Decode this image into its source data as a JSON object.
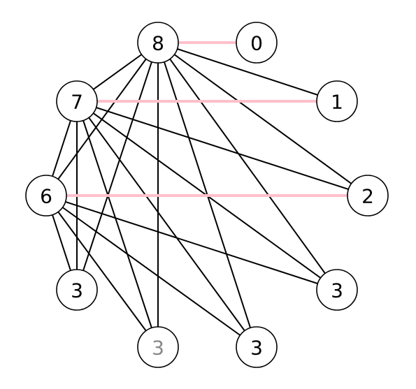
{
  "graph": {
    "nodes": [
      {
        "id": "n8",
        "label": "8"
      },
      {
        "id": "n0",
        "label": "0"
      },
      {
        "id": "n7",
        "label": "7"
      },
      {
        "id": "n1",
        "label": "1"
      },
      {
        "id": "n6",
        "label": "6"
      },
      {
        "id": "n2",
        "label": "2"
      },
      {
        "id": "n3a",
        "label": "3"
      },
      {
        "id": "n3b",
        "label": "3"
      },
      {
        "id": "n3c",
        "label": "3",
        "muted": true
      },
      {
        "id": "n3d",
        "label": "3"
      }
    ],
    "edges": [
      {
        "from": "n8",
        "to": "n0",
        "highlight": true
      },
      {
        "from": "n7",
        "to": "n1",
        "highlight": true
      },
      {
        "from": "n6",
        "to": "n2",
        "highlight": true
      },
      {
        "from": "n8",
        "to": "n7"
      },
      {
        "from": "n8",
        "to": "n1"
      },
      {
        "from": "n8",
        "to": "n2"
      },
      {
        "from": "n8",
        "to": "n6"
      },
      {
        "from": "n8",
        "to": "n3a"
      },
      {
        "from": "n8",
        "to": "n3b"
      },
      {
        "from": "n8",
        "to": "n3c"
      },
      {
        "from": "n8",
        "to": "n3d"
      },
      {
        "from": "n7",
        "to": "n6"
      },
      {
        "from": "n7",
        "to": "n2"
      },
      {
        "from": "n7",
        "to": "n3a"
      },
      {
        "from": "n7",
        "to": "n3b"
      },
      {
        "from": "n7",
        "to": "n3c"
      },
      {
        "from": "n7",
        "to": "n3d"
      },
      {
        "from": "n6",
        "to": "n3a"
      },
      {
        "from": "n6",
        "to": "n3b"
      },
      {
        "from": "n6",
        "to": "n3c"
      },
      {
        "from": "n6",
        "to": "n3d"
      }
    ],
    "colors": {
      "edge": "#000000",
      "highlight_edge": "#ffc0cb",
      "node_fill": "#ffffff",
      "muted_label": "#888888"
    }
  }
}
